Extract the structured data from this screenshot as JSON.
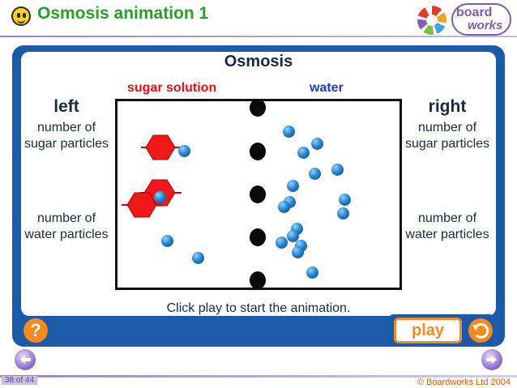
{
  "header": {
    "title": "Osmosis animation 1",
    "logo_line1": "board",
    "logo_line2": "works"
  },
  "main": {
    "title": "Osmosis",
    "label_sugar": "sugar solution",
    "label_water": "water",
    "left": {
      "heading": "left",
      "sugar_text": "number of sugar particles",
      "water_text": "number of water particles"
    },
    "right": {
      "heading": "right",
      "sugar_text": "number of sugar particles",
      "water_text": "number of water particles"
    },
    "hint": "Click play to start the animation."
  },
  "controls": {
    "help_label": "?",
    "play_label": "play",
    "reset_icon": "reset-icon"
  },
  "footer": {
    "slide_number": "38 of 44",
    "copyright": "© Boardworks Ltd 2004"
  },
  "colors": {
    "accent": "#1b5aa6",
    "orange": "#f58a1f",
    "sugar": "#e81010",
    "water": "#1a3ec8",
    "title_green": "#2a9e2a"
  }
}
